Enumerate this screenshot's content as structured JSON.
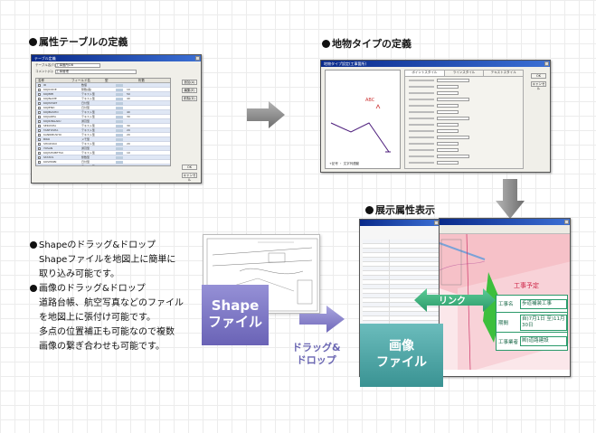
{
  "sections": {
    "attr_table": "属性テーブルの定義",
    "feature_type": "地物タイプの定義",
    "display_attr": "展示属性表示"
  },
  "table_dialog": {
    "title": "テーブル定義",
    "table_name_label": "テーブル名(T):",
    "table_name_value": "工事箇所DB",
    "comment_label": "コメント(C):",
    "comment_value": "工事管理",
    "columns": [
      "名称",
      "フィールド名",
      "型",
      "桁数"
    ],
    "rows": [
      {
        "c1": "ID",
        "c2": "数値",
        "c4": ""
      },
      {
        "c1": "KOJICODE",
        "c2": "整数(長)",
        "c4": "10"
      },
      {
        "c1": "KOJIMEI",
        "c2": "テキスト型",
        "c4": "50"
      },
      {
        "c1": "KOJINAME",
        "c2": "テキスト型",
        "c4": "40"
      },
      {
        "c1": "KOJISTART",
        "c2": "日付型",
        "c4": ""
      },
      {
        "c1": "KOJIEND",
        "c2": "日付型",
        "c4": ""
      },
      {
        "c1": "KOJIBASHO",
        "c2": "テキスト型",
        "c4": "40"
      },
      {
        "c1": "KOJIAREA",
        "c2": "テキスト型",
        "c4": "30"
      },
      {
        "c1": "KOJIKINGAKU",
        "c2": "通貨型",
        "c4": ""
      },
      {
        "c1": "SEKOSHA",
        "c2": "テキスト型",
        "c4": "30"
      },
      {
        "c1": "TANTOSHA",
        "c2": "テキスト型",
        "c4": "20"
      },
      {
        "c1": "KANRIBUSHO",
        "c2": "テキスト型",
        "c4": "20"
      },
      {
        "c1": "BIKO",
        "c2": "メモ型",
        "c4": ""
      },
      {
        "c1": "SHOZOKU",
        "c2": "テキスト型",
        "c4": "20"
      },
      {
        "c1": "YOSAN",
        "c2": "通貨型",
        "c4": ""
      },
      {
        "c1": "KOJISHUBETSU",
        "c2": "テキスト型",
        "c4": "10"
      },
      {
        "c1": "STATUS",
        "c2": "整数型",
        "c4": ""
      },
      {
        "c1": "KOSHINBI",
        "c2": "日付型",
        "c4": ""
      },
      {
        "c1": "SAKUSEISHA",
        "c2": "テキスト型",
        "c4": "20"
      }
    ],
    "btn_add": "追加(A)",
    "btn_edit": "編集(E)",
    "btn_delete": "削除(D)",
    "btn_ok": "OK",
    "btn_cancel": "キャンセル"
  },
  "feature_dialog": {
    "title": "地物タイプ設定(工事箇所)",
    "tabs": [
      "ポイントスタイル",
      "ラインスタイル",
      "テキストスタイル"
    ],
    "preview_label": "ABC",
    "preview_caption": "+記号 ・ 文字列連動",
    "btn_ok": "OK",
    "btn_cancel": "キャンセル"
  },
  "map_labels": {
    "road_label": "工事予定",
    "card_rows": [
      {
        "k": "工事名",
        "v": "歩道補装工事"
      },
      {
        "k": "期間",
        "v": "自)7月1日 至)11月30日"
      },
      {
        "k": "工事業者",
        "v": "㈱)道路建設"
      }
    ]
  },
  "boxes": {
    "shape": "Shape\nファイル",
    "image": "画像\nファイル",
    "drag_drop": "ドラッグ&\nドロップ",
    "link": "リンク"
  },
  "description": [
    {
      "bullet": true,
      "text": "Shapeのドラッグ&ドロップ"
    },
    {
      "bullet": false,
      "text": "Shapeファイルを地図上に簡単に"
    },
    {
      "bullet": false,
      "text": "取り込み可能です。"
    },
    {
      "bullet": true,
      "text": "画像のドラッグ&ドロップ"
    },
    {
      "bullet": false,
      "text": "道路台帳、航空写真などのファイル"
    },
    {
      "bullet": false,
      "text": "を地図上に張付け可能です。"
    },
    {
      "bullet": false,
      "text": "多点の位置補正も可能なので複数"
    },
    {
      "bullet": false,
      "text": "画像の繋ぎ合わせも可能です。"
    }
  ],
  "colors": {
    "arrow_gray": "#8c8c8c",
    "shape_box": "#7a74c0",
    "image_box": "#3f9ea2",
    "link_green": "#3aae7a",
    "drag_text": "#6b67b3",
    "map_pink": "#f6c1c8",
    "map_green": "#3dbf3d"
  }
}
